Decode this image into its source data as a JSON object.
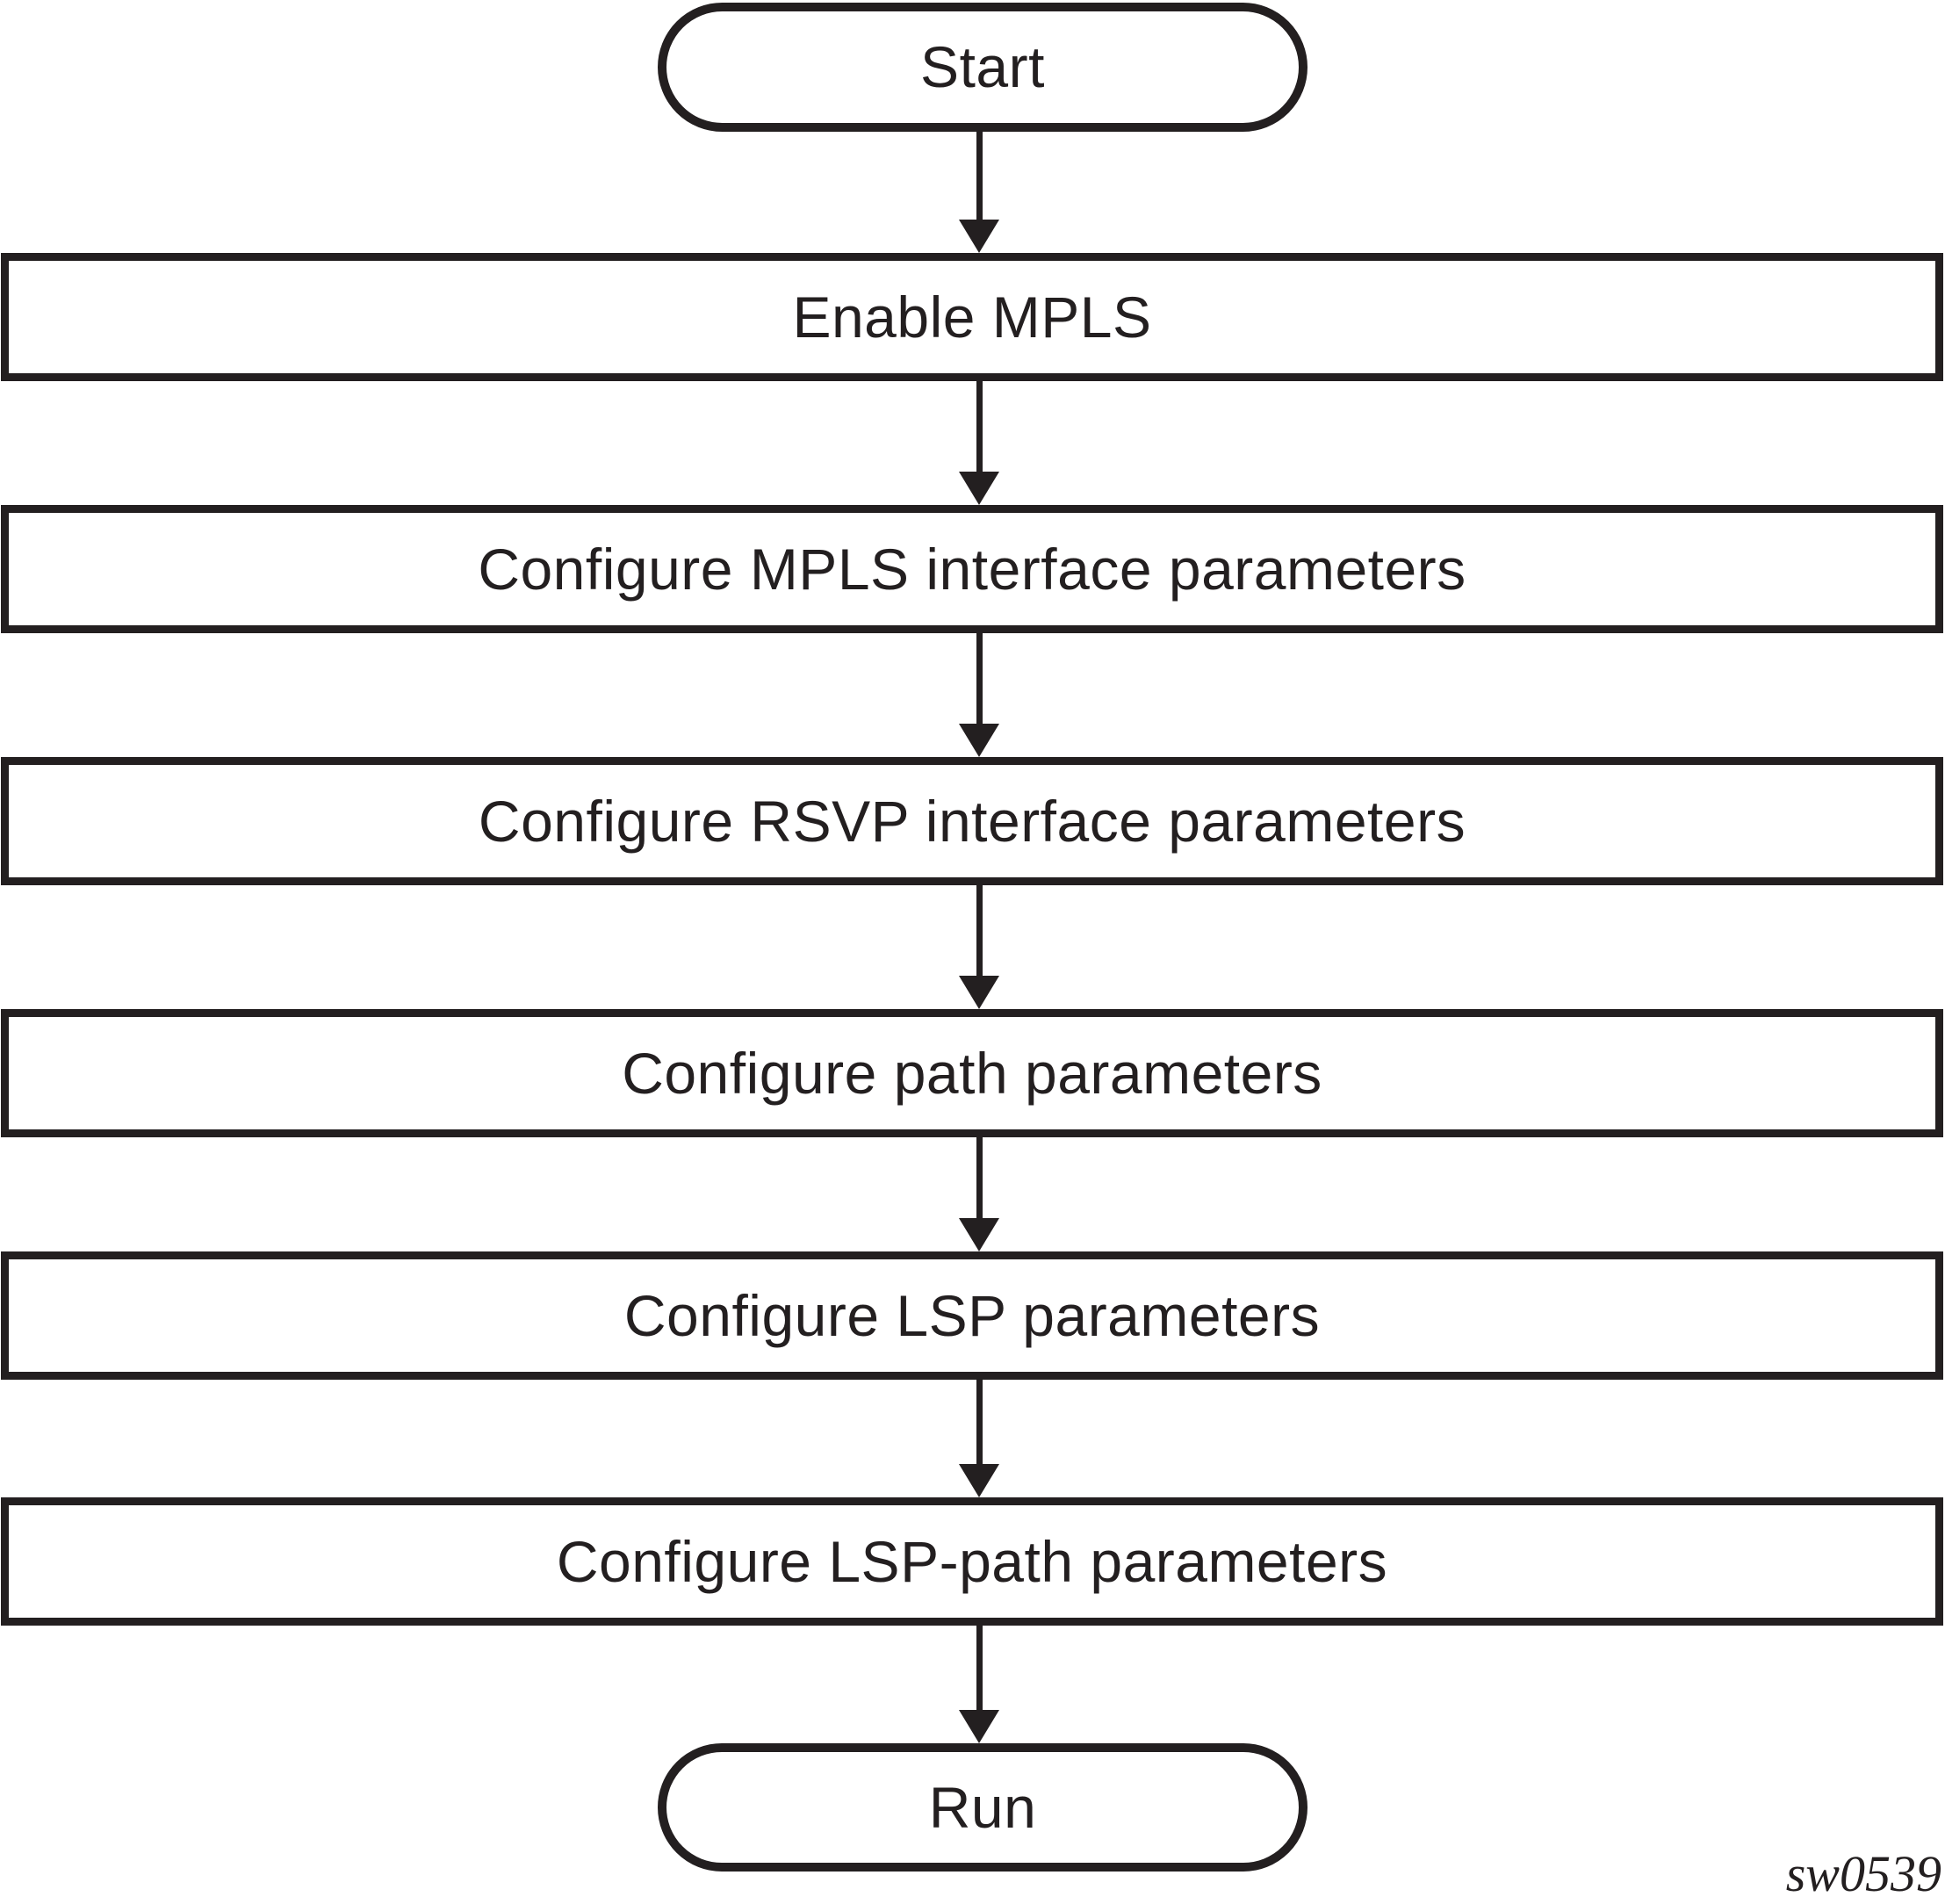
{
  "diagram": {
    "type": "flowchart",
    "direction": "top-down",
    "caption": "sw0539",
    "colors": {
      "stroke": "#231f20",
      "text": "#231f20",
      "background": "#ffffff"
    },
    "nodes": [
      {
        "id": "start",
        "shape": "stadium",
        "label": "Start"
      },
      {
        "id": "enable-mpls",
        "shape": "rectangle",
        "label": "Enable MPLS"
      },
      {
        "id": "config-mpls-iface",
        "shape": "rectangle",
        "label": "Configure MPLS interface parameters"
      },
      {
        "id": "config-rsvp-iface",
        "shape": "rectangle",
        "label": "Configure RSVP interface parameters"
      },
      {
        "id": "config-path",
        "shape": "rectangle",
        "label": "Configure path parameters"
      },
      {
        "id": "config-lsp",
        "shape": "rectangle",
        "label": "Configure LSP parameters"
      },
      {
        "id": "config-lsp-path",
        "shape": "rectangle",
        "label": "Configure LSP-path parameters"
      },
      {
        "id": "run",
        "shape": "stadium",
        "label": "Run"
      }
    ],
    "edges": [
      {
        "from": "start",
        "to": "enable-mpls"
      },
      {
        "from": "enable-mpls",
        "to": "config-mpls-iface"
      },
      {
        "from": "config-mpls-iface",
        "to": "config-rsvp-iface"
      },
      {
        "from": "config-rsvp-iface",
        "to": "config-path"
      },
      {
        "from": "config-path",
        "to": "config-lsp"
      },
      {
        "from": "config-lsp",
        "to": "config-lsp-path"
      },
      {
        "from": "config-lsp-path",
        "to": "run"
      }
    ]
  }
}
